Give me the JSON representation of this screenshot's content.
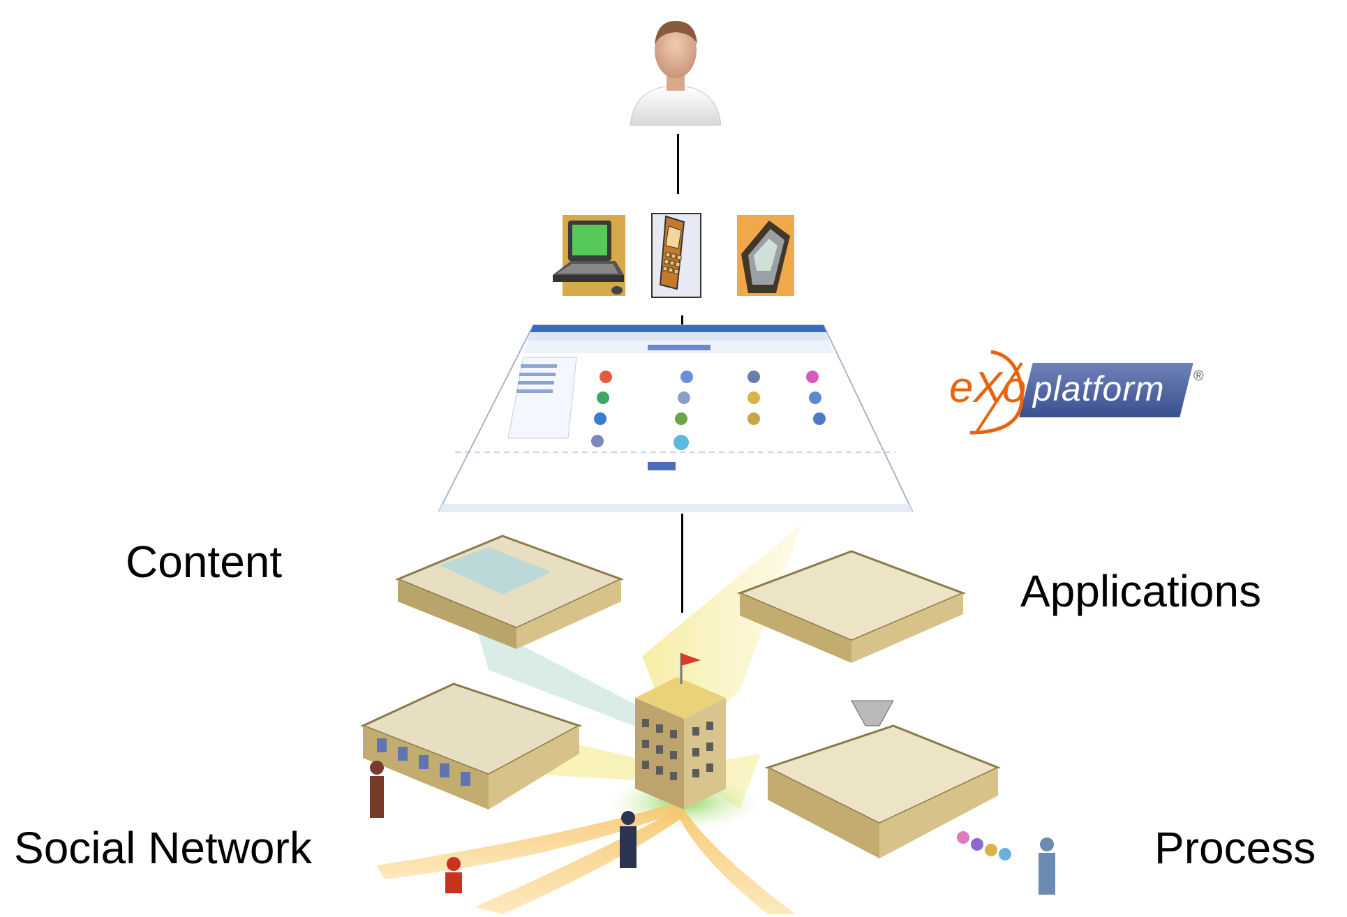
{
  "labels": {
    "content": "Content",
    "applications": "Applications",
    "social_network": "Social Network",
    "process": "Process"
  },
  "logo": {
    "exo": "eXo",
    "platform": "platform",
    "registered": "®"
  },
  "icons": {
    "user": "user-avatar-icon",
    "laptop": "laptop-icon",
    "mobile_phone": "mobile-phone-icon",
    "pda": "pda-icon",
    "portal": "portal-screenshot",
    "enterprise": "enterprise-building-illustration"
  },
  "colors": {
    "logo_orange": "#e8640c",
    "logo_blue": "#3a4f8e",
    "building_gold": "#c9b27a",
    "light_beam": "#f3e58a"
  }
}
